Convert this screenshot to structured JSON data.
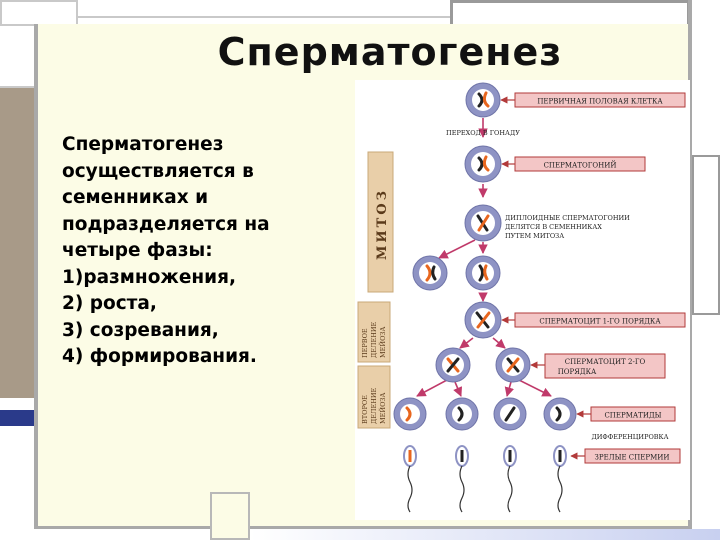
{
  "slide": {
    "title": "Сперматогенез",
    "body": [
      "Сперматогенез",
      "осуществляется в",
      "семенниках и",
      "подразделяется на",
      "четыре фазы:",
      "1)размножения,",
      "2) роста,",
      "3) созревания,",
      "4) формирования."
    ]
  },
  "diagram": {
    "side_labels": {
      "mitosis": "МИТОЗ",
      "first_division": [
        "ПЕРВОЕ",
        "ДЕЛЕНИЕ",
        "МЕЙОЗА"
      ],
      "second_division": [
        "ВТОРОЕ",
        "ДЕЛЕНИЕ",
        "МЕЙОЗА"
      ]
    },
    "stage_labels": {
      "primary_germ_cell": "ПЕРВИЧНАЯ ПОЛОВАЯ КЛЕТКА",
      "transfer": "ПЕРЕХОД В ГОНАДУ",
      "spermatogonium": "СПЕРМАТОГОНИЙ",
      "diploid_note": [
        "ДИПЛОИДНЫЕ СПЕРМАТОГОНИИ",
        "ДЕЛЯТСЯ В СЕМЕННИКАХ",
        "ПУТЕМ МИТОЗА"
      ],
      "spermatocyte_1": "СПЕРМАТОЦИТ 1-ГО ПОРЯДКА",
      "spermatocyte_2": [
        "СПЕРМАТОЦИТ 2-ГО",
        "ПОРЯДКА"
      ],
      "spermatids": "СПЕРМАТИДЫ",
      "differentiation": "ДИФФЕРЕНЦИРОВКА",
      "mature_sperm": "ЗРЕЛЫЕ СПЕРМИИ"
    },
    "colors": {
      "label_fill": "#f3c6c6",
      "label_stroke": "#b23a3a",
      "arrow": "#c03a6a",
      "cell_outer": "#8e93c4",
      "cell_inner": "#ffffff",
      "side_bar": "#e9cfa9",
      "chromosome_orange": "#e8661e",
      "chromosome_dark": "#222222"
    }
  }
}
